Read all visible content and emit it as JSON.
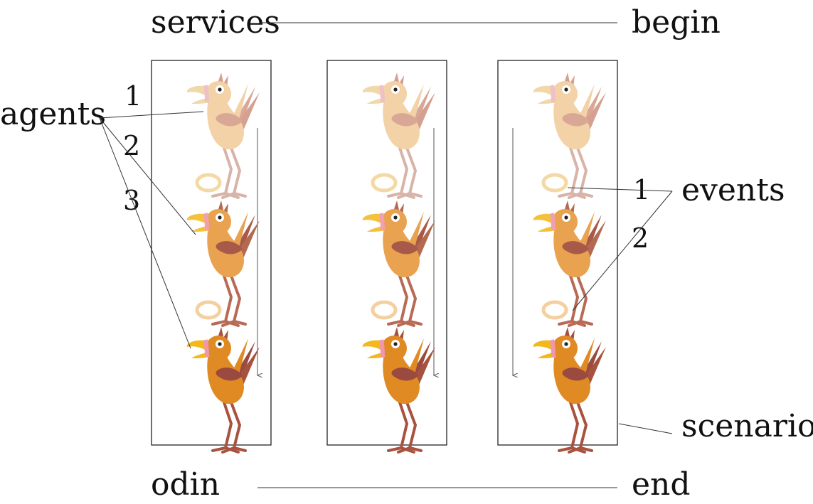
{
  "labels": {
    "services": "services",
    "begin": "begin",
    "odin": "odin",
    "end": "end",
    "agents": "agents",
    "events": "events",
    "scenarios": "scenarios"
  },
  "agent_numbers": [
    "1",
    "2",
    "3"
  ],
  "event_numbers": [
    "1",
    "2"
  ],
  "panels": [
    {
      "id": "left",
      "arrow": "down",
      "eggs": 2
    },
    {
      "id": "middle",
      "arrow": "down",
      "eggs": 2
    },
    {
      "id": "right",
      "arrow": "down",
      "eggs": 2
    }
  ],
  "bird_palettes": [
    {
      "body": "#f2d2a6",
      "wing": "#d9a795",
      "beak": "#f0d8a8",
      "crest": "#d4a090",
      "legs": "#d8b3a8",
      "eye_ring": "#f0c0c8"
    },
    {
      "body": "#e9a24f",
      "wing": "#a85a4a",
      "beak": "#f4c23a",
      "crest": "#b36a50",
      "legs": "#b96a55",
      "eye_ring": "#f0a0b0"
    },
    {
      "body": "#e08a24",
      "wing": "#9a4a3e",
      "beak": "#f2b81c",
      "crest": "#a5523e",
      "legs": "#a8523f",
      "eye_ring": "#ee98aa"
    }
  ],
  "egg_colors": [
    "#f4d9a6",
    "#f4d0a0"
  ]
}
